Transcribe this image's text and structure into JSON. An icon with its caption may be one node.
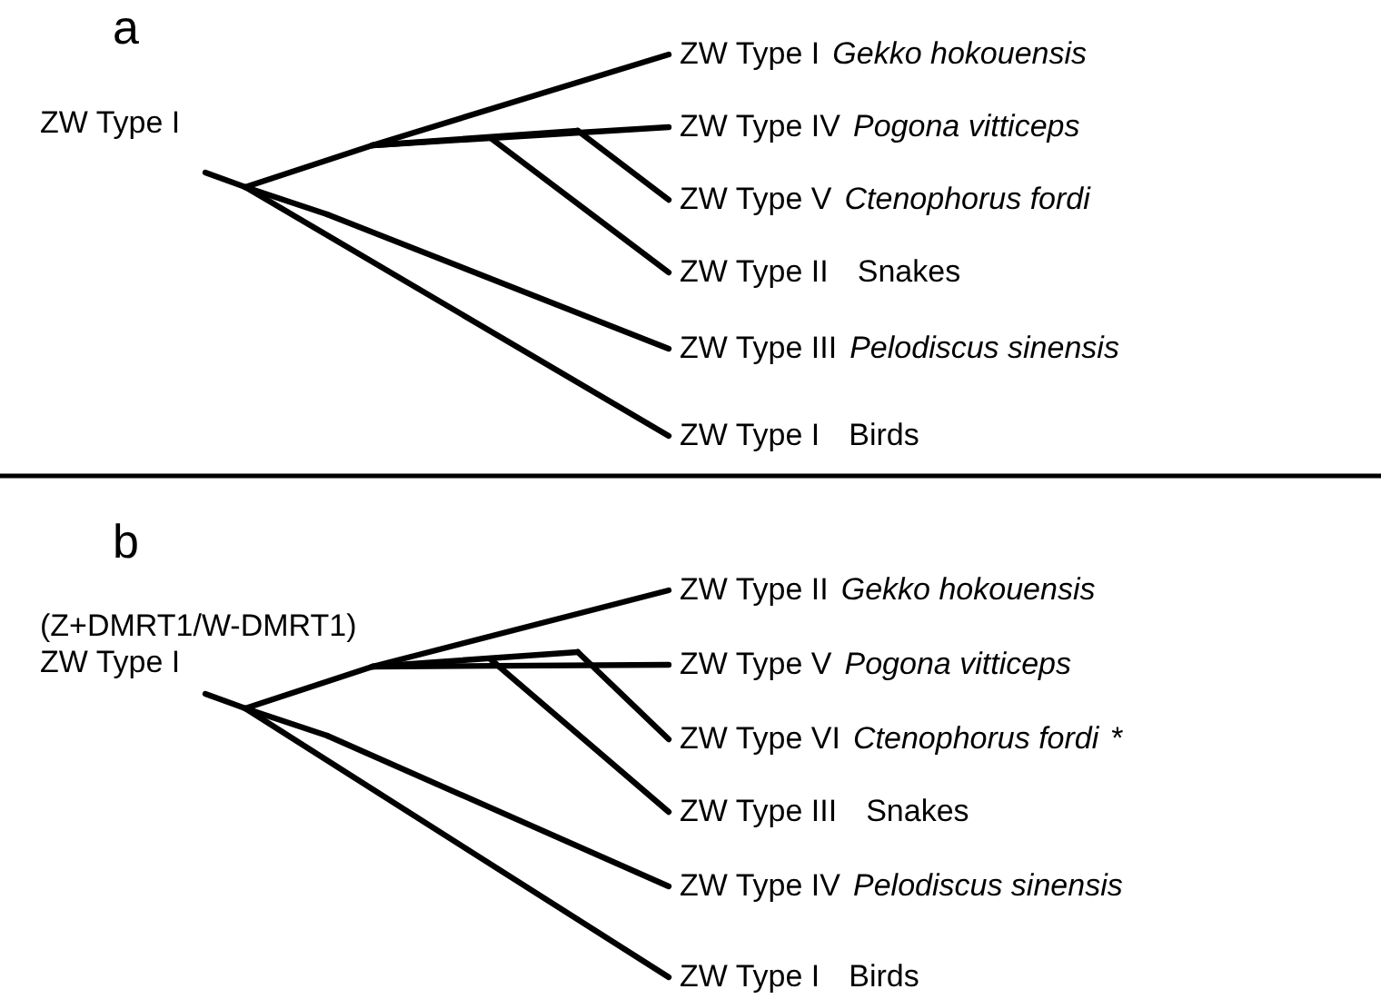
{
  "diagram": {
    "nodes": [
      {
        "text": [
          "ZW Type I",
          "Gekko hokouensis"
        ]
      },
      {
        "text": [
          "ZW Type IV",
          "Pogona vitticeps"
        ]
      },
      {
        "text": [
          "ZW Type V",
          "Ctenophorus fordi"
        ]
      },
      {
        "text": [
          "ZW Type II",
          "Snakes"
        ]
      },
      {
        "text": [
          "ZW Type III",
          "Pelodiscus sinensis"
        ]
      },
      {
        "text": [
          "ZW Type I",
          "Birds"
        ]
      },
      {
        "text": [
          "ZW Type II",
          "Gekko hokouensis"
        ]
      },
      {
        "text": [
          "ZW Type V",
          "Pogona vitticeps"
        ]
      },
      {
        "text": [
          "ZW Type VI",
          "Ctenophorus fordi",
          "*"
        ]
      },
      {
        "text": [
          "ZW Type III",
          "Snakes"
        ]
      },
      {
        "text": [
          "ZW Type IV",
          "Pelodiscus sinensis"
        ]
      },
      {
        "text": [
          "ZW Type I",
          "Birds"
        ]
      }
    ],
    "edges": [
      {
        "from": null,
        "to": 0,
        "arrow": "none"
      },
      {
        "from": null,
        "to": 1,
        "arrow": "none"
      },
      {
        "from": null,
        "to": 2,
        "arrow": "none"
      },
      {
        "from": null,
        "to": 3,
        "arrow": "none"
      },
      {
        "from": null,
        "to": 4,
        "arrow": "none"
      },
      {
        "from": null,
        "to": 5,
        "arrow": "none"
      },
      {
        "from": null,
        "to": 6,
        "arrow": "none"
      },
      {
        "from": null,
        "to": 7,
        "arrow": "none"
      },
      {
        "from": null,
        "to": 8,
        "arrow": "none"
      },
      {
        "from": null,
        "to": 9,
        "arrow": "none"
      },
      {
        "from": null,
        "to": 10,
        "arrow": "none"
      },
      {
        "from": null,
        "to": 11,
        "arrow": "none"
      }
    ],
    "labels": [
      "a",
      "ZW Type I",
      "b",
      "(Z+DMRT1/W-DMRT1) ZW Type I"
    ]
  }
}
